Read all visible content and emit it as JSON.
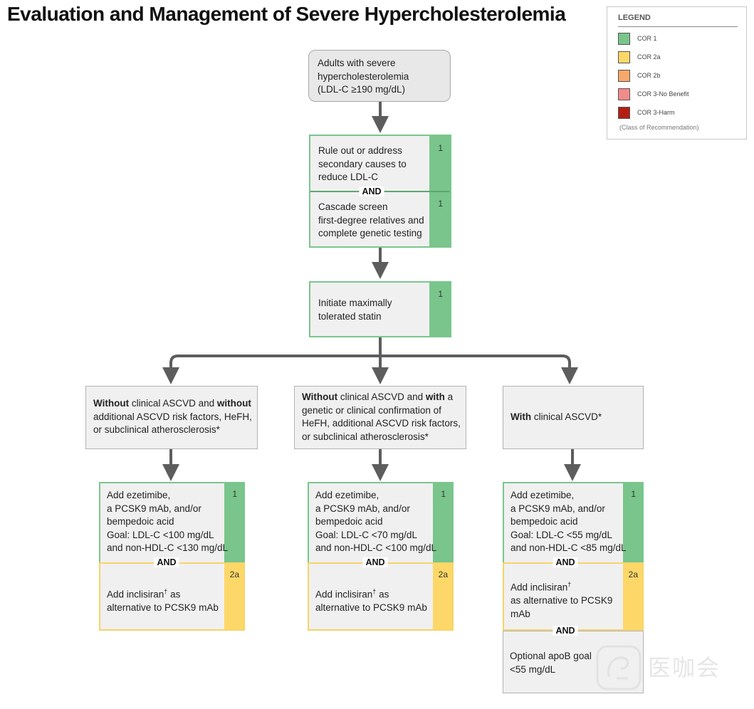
{
  "title": "Evaluation and Management of Severe Hypercholesterolemia",
  "legend": {
    "title": "LEGEND",
    "items": [
      {
        "label": "COR 1",
        "color": "#79c58b"
      },
      {
        "label": "COR 2a",
        "color": "#fdd868"
      },
      {
        "label": "COR 2b",
        "color": "#f9a86a"
      },
      {
        "label": "COR 3-No Benefit",
        "color": "#f28b8b"
      },
      {
        "label": "COR 3-Harm",
        "color": "#b21f12"
      }
    ],
    "note": "(Class of Recommendation)"
  },
  "start": {
    "line1": "Adults with severe",
    "line2": "hypercholesterolemia",
    "line3": "(LDL-C ≥190 mg/dL)"
  },
  "step1": {
    "a": {
      "line1": "Rule out or address",
      "line2": "secondary causes to",
      "line3": "reduce LDL-C",
      "cor": "1"
    },
    "and": "AND",
    "b": {
      "line1": "Cascade screen",
      "line2": "first-degree relatives and",
      "line3": "complete genetic testing",
      "cor": "1"
    }
  },
  "step2": {
    "line1": "Initiate maximally",
    "line2": "tolerated statin",
    "cor": "1"
  },
  "branches": [
    {
      "cond": {
        "l1": {
          "b1": "Without",
          "t1": " clinical ASCVD and ",
          "b2": "without"
        },
        "l2": "additional ASCVD risk factors, HeFH,",
        "l3": "or subclinical atherosclerosis*"
      },
      "rec1": {
        "l1": "Add ezetimibe,",
        "l2": "a PCSK9 mAb, and/or",
        "l3": "bempedoic acid",
        "l4": "Goal: LDL-C <100 mg/dL",
        "l5": "and non-HDL-C <130 mg/dL",
        "cor": "1"
      },
      "and": "AND",
      "rec2": {
        "l1": "Add inclisiran",
        "sup": "†",
        "l1b": " as",
        "l2": "alternative to PCSK9 mAb",
        "cor": "2a"
      }
    },
    {
      "cond": {
        "l1": {
          "b1": "Without",
          "t1": " clinical ASCVD and ",
          "b2": "with",
          "t2": " a"
        },
        "l2": "genetic or clinical confirmation of",
        "l3": "HeFH, additional ASCVD risk factors,",
        "l4": "or subclinical atherosclerosis*"
      },
      "rec1": {
        "l1": "Add ezetimibe,",
        "l2": "a PCSK9 mAb, and/or",
        "l3": "bempedoic acid",
        "l4": "Goal: LDL-C <70 mg/dL",
        "l5": "and non-HDL-C <100 mg/dL",
        "cor": "1"
      },
      "and": "AND",
      "rec2": {
        "l1": "Add inclisiran",
        "sup": "†",
        "l1b": " as",
        "l2": "alternative to PCSK9 mAb",
        "cor": "2a"
      }
    },
    {
      "cond": {
        "b1": "With",
        "t1": " clinical ASCVD*"
      },
      "rec1": {
        "l1": "Add ezetimibe,",
        "l2": "a PCSK9 mAb, and/or",
        "l3": "bempedoic acid",
        "l4": "Goal: LDL-C <55 mg/dL",
        "l5": "and non-HDL-C <85 mg/dL",
        "cor": "1"
      },
      "and": "AND",
      "rec2": {
        "l1": "Add inclisiran",
        "sup": "†",
        "l2": "as alternative to PCSK9",
        "l3": "mAb",
        "cor": "2a"
      },
      "and2": "AND",
      "rec3": {
        "l1": "Optional apoB goal",
        "l2": "<55 mg/dL"
      }
    }
  ],
  "watermark": {
    "text": "医咖会"
  }
}
